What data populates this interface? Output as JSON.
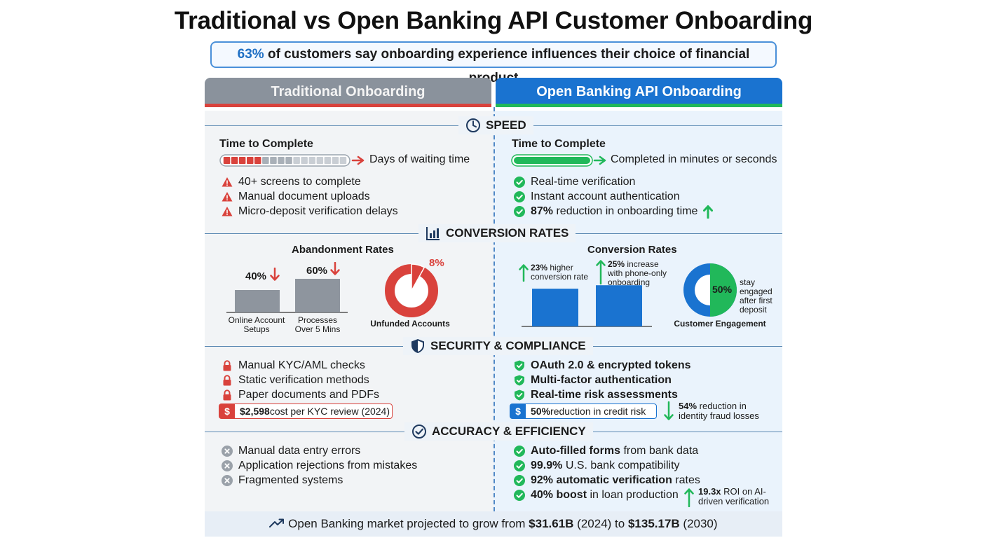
{
  "title": "Traditional vs Open Banking API Customer Onboarding",
  "banner": {
    "pct": "63%",
    "text": " of customers say onboarding experience influences their choice of financial product"
  },
  "headers": {
    "left": "Traditional Onboarding",
    "right": "Open Banking API Onboarding"
  },
  "sections": {
    "speed": "SPEED",
    "conversion": "CONVERSION RATES",
    "security": "SECURITY & COMPLIANCE",
    "accuracy": "ACCURACY & EFFICIENCY"
  },
  "speed": {
    "left": {
      "subtitle": "Time to Complete",
      "bar_label": "Days of waiting time",
      "progress_filled_fraction": 0.3,
      "items": [
        "40+ screens to complete",
        "Manual document uploads",
        "Micro-deposit verification delays"
      ]
    },
    "right": {
      "subtitle": "Time to Complete",
      "bar_label": "Completed in minutes or seconds",
      "progress_filled_fraction": 1.0,
      "items": [
        "Real-time verification",
        "Instant account authentication"
      ],
      "item3_bold": "87%",
      "item3_rest": " reduction in onboarding time"
    }
  },
  "conversion": {
    "left": {
      "chart_title": "Abandonment Rates",
      "bars": [
        {
          "value_label": "40%",
          "label_line1": "Online Account",
          "label_line2": "Setups"
        },
        {
          "value_label": "60%",
          "label_line1": "Processes",
          "label_line2": "Over 5 Mins"
        }
      ],
      "donut_pct": "8%",
      "donut_label": "Unfunded Accounts"
    },
    "right": {
      "chart_title": "Conversion Rates",
      "bar1_bold": "23%",
      "bar1_line1_rest": " higher",
      "bar1_line2": "conversion rate",
      "bar2_bold": "25%",
      "bar2_line1_rest": " increase",
      "bar2_line2": "with phone-only",
      "bar2_line3": "onboarding",
      "donut_pct": "50%",
      "donut_side": [
        "stay",
        "engaged",
        "after first",
        "deposit"
      ],
      "donut_label": "Customer Engagement"
    }
  },
  "chart_data": [
    {
      "type": "bar",
      "categories": [
        "Online Account Setups",
        "Processes Over 5 Mins"
      ],
      "values": [
        40,
        60
      ],
      "title": "Abandonment Rates"
    },
    {
      "type": "pie",
      "categories": [
        "Unfunded Accounts"
      ],
      "values": [
        8
      ]
    },
    {
      "type": "bar",
      "categories": [
        "higher conversion rate",
        "increase with phone-only onboarding"
      ],
      "values": [
        23,
        25
      ],
      "title": "Conversion Rates"
    },
    {
      "type": "pie",
      "categories": [
        "stay engaged after first deposit"
      ],
      "values": [
        50
      ],
      "title": "Customer Engagement"
    }
  ],
  "security": {
    "left": {
      "items": [
        "Manual KYC/AML checks",
        "Static verification methods",
        "Paper documents and PDFs"
      ],
      "cost_tag": "$",
      "cost_bold": "$2,598",
      "cost_rest": " cost per KYC review (2024)"
    },
    "right": {
      "items": [
        "OAuth 2.0 & encrypted tokens",
        "Multi-factor authentication",
        "Real-time risk assessments"
      ],
      "credit_tag": "$",
      "credit_bold": "50%",
      "credit_rest": " reduction in credit risk",
      "fraud_bold": "54%",
      "fraud_line1_rest": " reduction in",
      "fraud_line2": "identity fraud losses"
    }
  },
  "accuracy": {
    "left": {
      "items": [
        "Manual data entry errors",
        "Application rejections from mistakes",
        "Fragmented systems"
      ]
    },
    "right": {
      "i1_bold": "Auto-filled forms",
      "i1_rest": " from bank data",
      "i2_bold": "99.9%",
      "i2_rest": " U.S. bank compatibility",
      "i3_bold": "92% automatic verification",
      "i3_rest": " rates",
      "i4_bold": "40% boost",
      "i4_rest": " in loan production",
      "roi_bold": "19.3x",
      "roi_line1_rest": " ROI on AI-",
      "roi_line2": "driven verification"
    }
  },
  "footer": {
    "pre": " Open Banking market projected to grow from ",
    "v1": "$31.61B",
    "mid1": " (2024) to ",
    "v2": "$135.17B",
    "post": " (2030)"
  },
  "colors": {
    "red": "#d9423c",
    "green": "#21b85a",
    "blue": "#1a73d0",
    "gray": "#8a929c"
  },
  "icons": [
    "clock-icon",
    "bar-chart-icon",
    "shield-icon",
    "check-circle-icon",
    "warning-icon",
    "lock-icon",
    "x-circle-icon",
    "trend-up-icon"
  ]
}
